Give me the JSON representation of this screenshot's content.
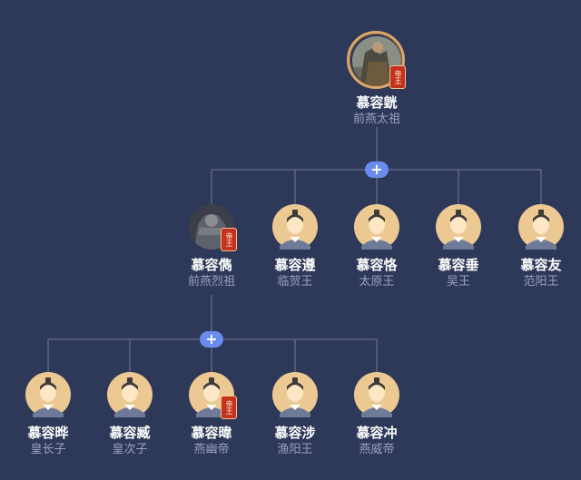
{
  "colors": {
    "background": "#2e3858",
    "connector": "#717a98",
    "expand_button": "#6a8cf0",
    "emperor_badge": "#c4321f"
  },
  "expand_label": "+",
  "badge_label": "帝王",
  "root": {
    "name": "慕容皝",
    "title": "前燕太祖",
    "avatar": "painted-portrait",
    "emperor": true
  },
  "generation2": [
    {
      "name": "慕容儁",
      "title": "前燕烈祖",
      "avatar": "armored-portrait",
      "emperor": true
    },
    {
      "name": "慕容遵",
      "title": "临贺王",
      "avatar": "default-figure-icon",
      "emperor": false
    },
    {
      "name": "慕容恪",
      "title": "太原王",
      "avatar": "default-figure-icon",
      "emperor": false
    },
    {
      "name": "慕容垂",
      "title": "吴王",
      "avatar": "default-figure-icon",
      "emperor": false
    },
    {
      "name": "慕容友",
      "title": "范阳王",
      "avatar": "default-figure-icon",
      "emperor": false
    }
  ],
  "generation3": [
    {
      "name": "慕容晔",
      "title": "皇长子",
      "avatar": "default-figure-icon",
      "emperor": false
    },
    {
      "name": "慕容臧",
      "title": "皇次子",
      "avatar": "default-figure-icon",
      "emperor": false
    },
    {
      "name": "慕容暐",
      "title": "燕幽帝",
      "avatar": "default-figure-icon",
      "emperor": true
    },
    {
      "name": "慕容涉",
      "title": "渔阳王",
      "avatar": "default-figure-icon",
      "emperor": false
    },
    {
      "name": "慕容冲",
      "title": "燕威帝",
      "avatar": "default-figure-icon",
      "emperor": false
    }
  ]
}
